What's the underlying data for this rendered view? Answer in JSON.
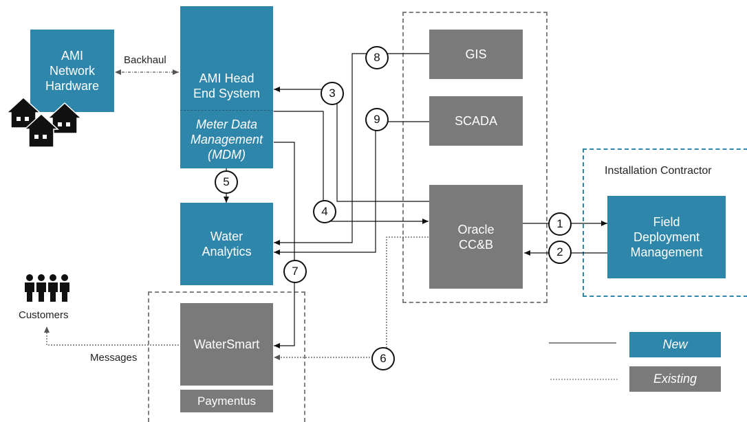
{
  "nodes": {
    "ami_hw": [
      "AMI",
      "Network",
      "Hardware"
    ],
    "ami_he": [
      "AMI Head",
      "End System"
    ],
    "mdm": [
      "Meter Data",
      "Management",
      "(MDM)"
    ],
    "analytics": [
      "Water",
      "Analytics"
    ],
    "watersmart": "WaterSmart",
    "paymentus": "Paymentus",
    "gis": "GIS",
    "scada": "SCADA",
    "oracle": [
      "Oracle",
      "CC&B"
    ],
    "field": [
      "Field",
      "Deployment",
      "Management"
    ]
  },
  "labels": {
    "backhaul": "Backhaul",
    "customers": "Customers",
    "messages": "Messages",
    "installation_contractor": "Installation Contractor"
  },
  "steps": [
    "1",
    "2",
    "3",
    "4",
    "5",
    "6",
    "7",
    "8",
    "9"
  ],
  "legend": {
    "new": "New",
    "existing": "Existing"
  },
  "colors": {
    "new": "#2e86ab",
    "existing": "#7a7a7a"
  }
}
